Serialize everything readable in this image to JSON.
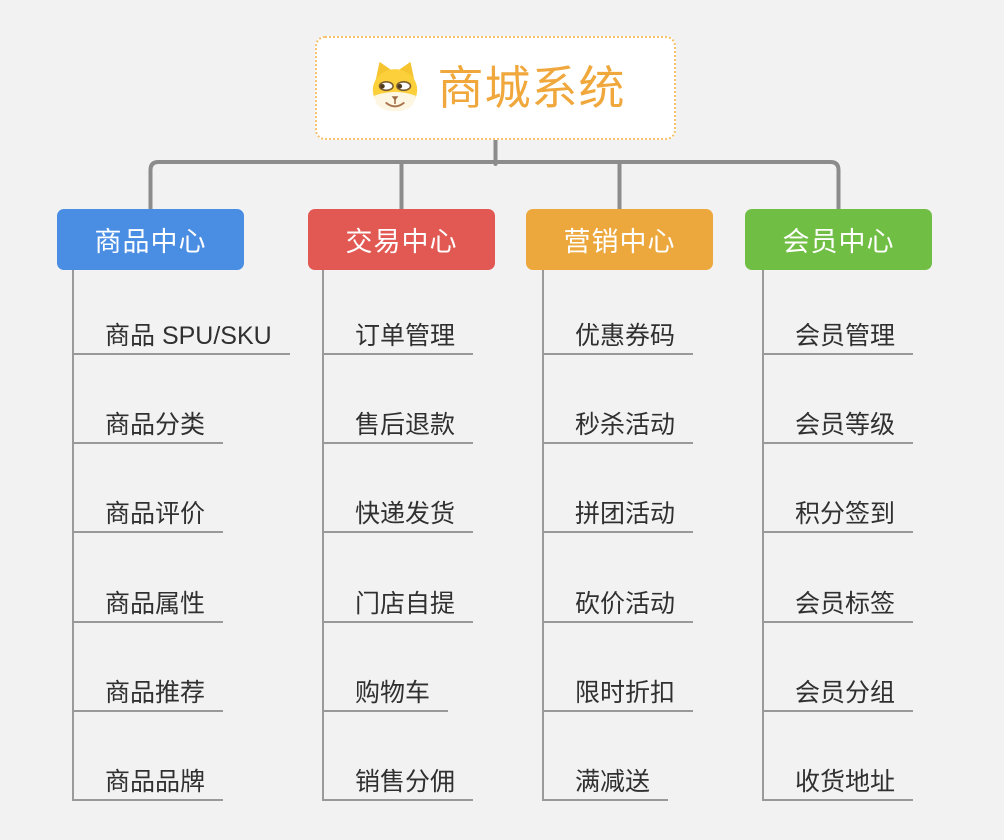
{
  "root": {
    "label": "商城系统",
    "icon": "dog-face-icon",
    "text_color": "#F0A73C",
    "border_color": "#F6C16B"
  },
  "connector_color": "#8C8C8C",
  "branches": [
    {
      "label": "商品中心",
      "color": "#4A8EE4",
      "items": [
        "商品 SPU/SKU",
        "商品分类",
        "商品评价",
        "商品属性",
        "商品推荐",
        "商品品牌"
      ]
    },
    {
      "label": "交易中心",
      "color": "#E25852",
      "items": [
        "订单管理",
        "售后退款",
        "快递发货",
        "门店自提",
        "购物车",
        "销售分佣"
      ]
    },
    {
      "label": "营销中心",
      "color": "#EDA83D",
      "items": [
        "优惠券码",
        "秒杀活动",
        "拼团活动",
        "砍价活动",
        "限时折扣",
        "满减送"
      ]
    },
    {
      "label": "会员中心",
      "color": "#70BE44",
      "items": [
        "会员管理",
        "会员等级",
        "积分签到",
        "会员标签",
        "会员分组",
        "收货地址"
      ]
    }
  ]
}
